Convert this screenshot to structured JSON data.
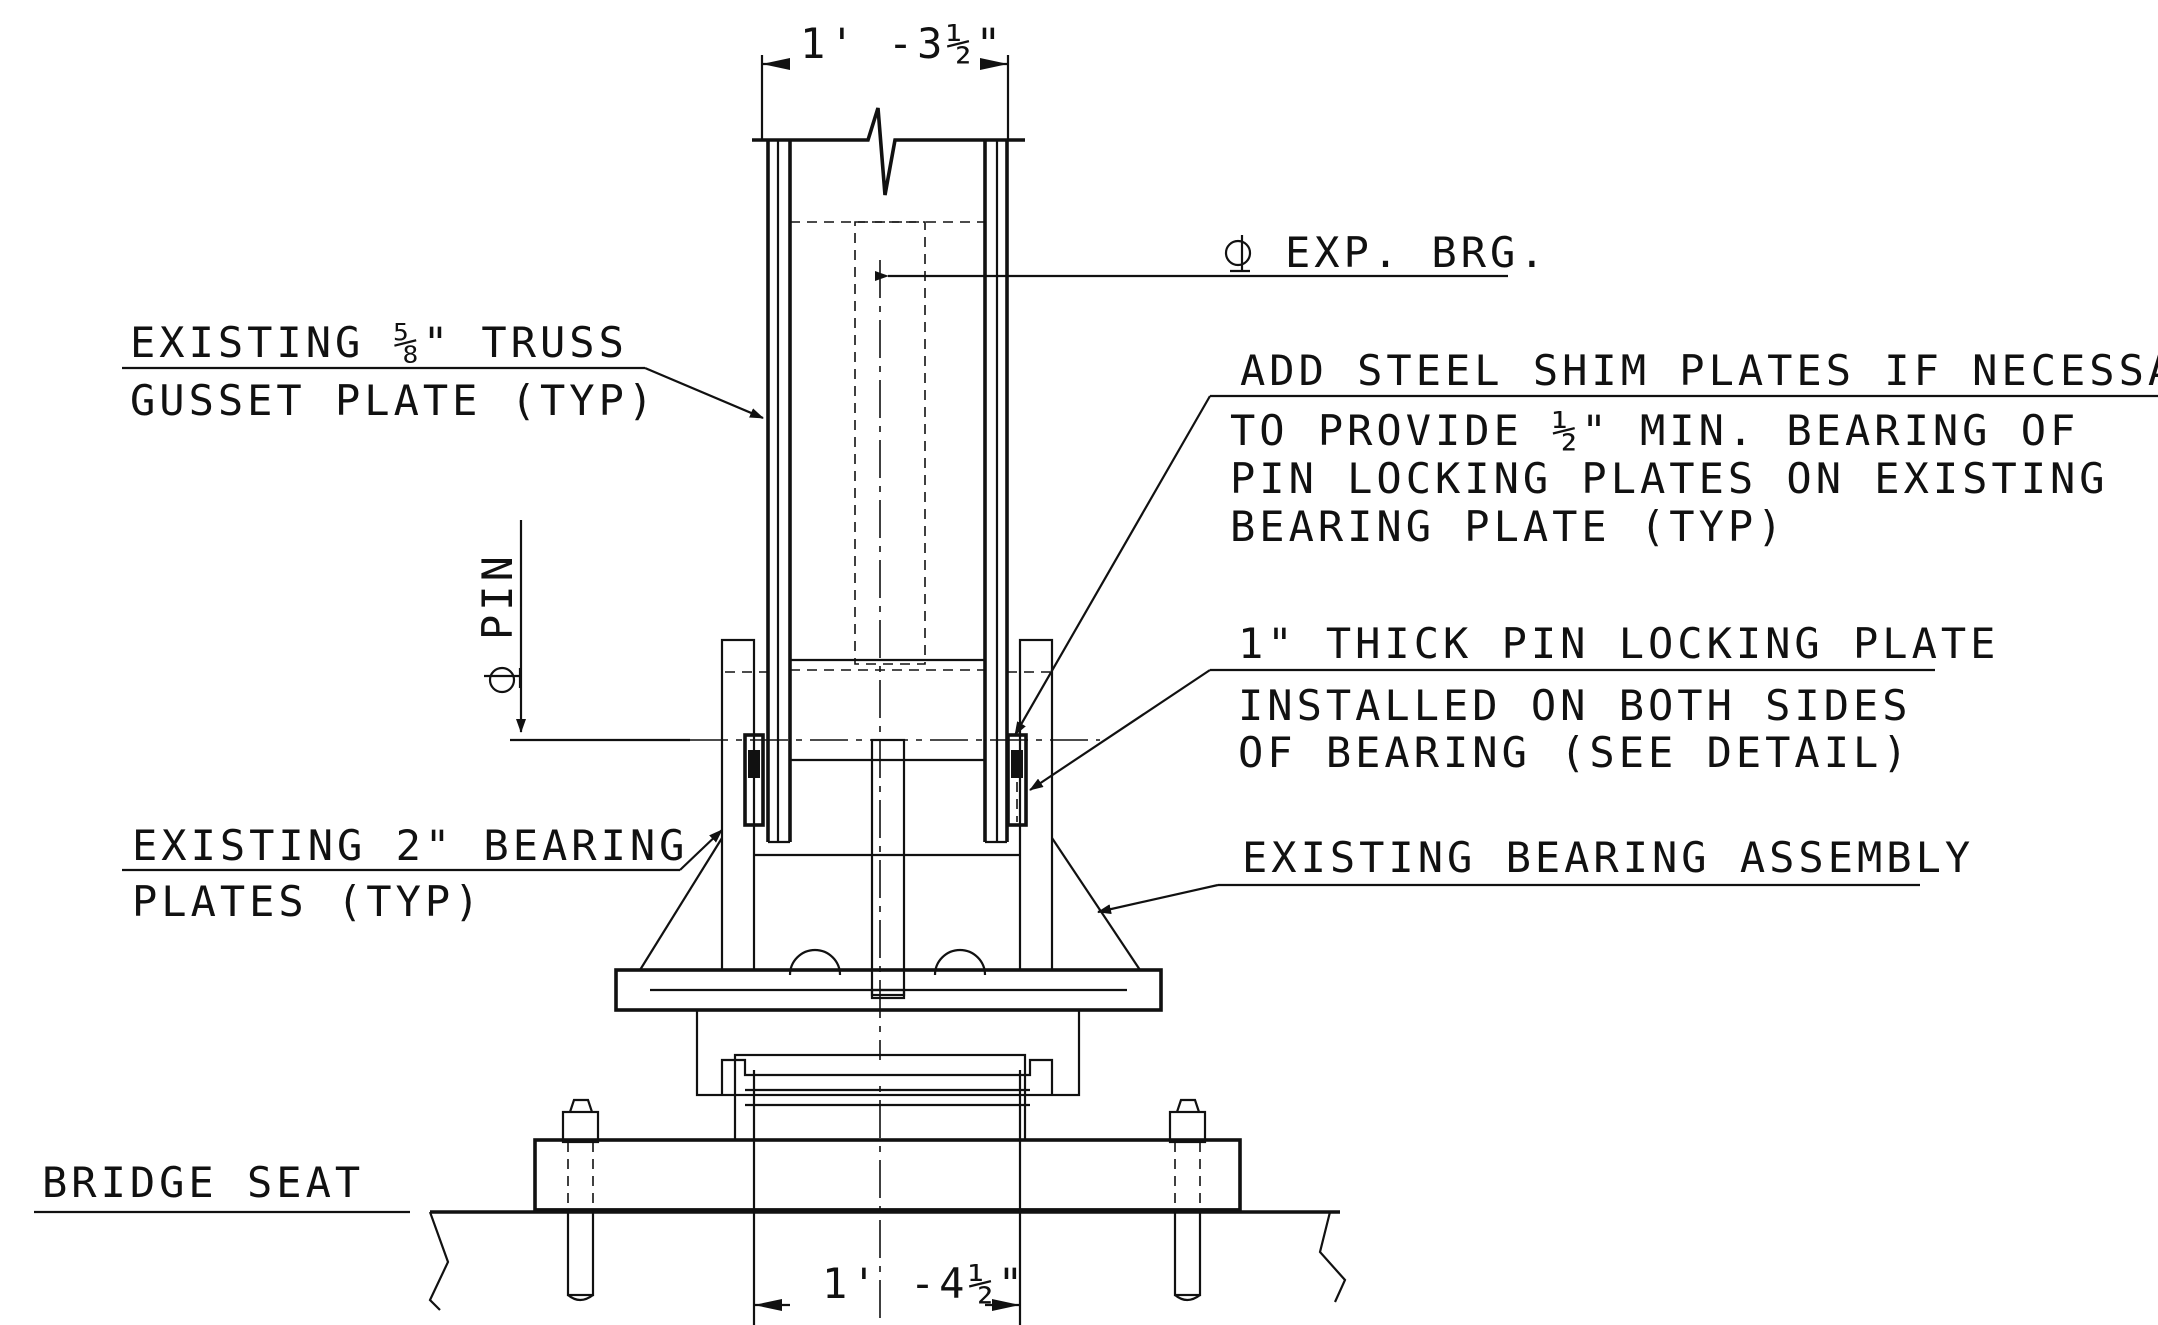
{
  "drawing": {
    "labels": {
      "top_dimension": "1' -3½\"",
      "bottom_dimension": "1' -4½\"",
      "centerline_exp_brg": "EXP. BRG.",
      "centerline_pin": "PIN",
      "gusset_line1": "EXISTING ⅝\" TRUSS",
      "gusset_line2": "GUSSET PLATE (TYP)",
      "shim_line1": "ADD STEEL SHIM PLATES IF NECESSARY",
      "shim_line2": "TO PROVIDE ½\" MIN. BEARING OF",
      "shim_line3": "PIN LOCKING PLATES ON EXISTING",
      "shim_line4": "BEARING PLATE (TYP)",
      "locking_line1": "1\" THICK PIN LOCKING PLATE",
      "locking_line2": "INSTALLED ON BOTH SIDES",
      "locking_line3": "OF BEARING (SEE DETAIL)",
      "bearing_plates_line1": "EXISTING 2\" BEARING",
      "bearing_plates_line2": "PLATES (TYP)",
      "bearing_assembly": "EXISTING BEARING ASSEMBLY",
      "bridge_seat": "BRIDGE SEAT"
    },
    "symbols": {
      "centerline": "centerline-symbol"
    },
    "colors": {
      "ink": "#111111",
      "paper": "#ffffff"
    }
  }
}
